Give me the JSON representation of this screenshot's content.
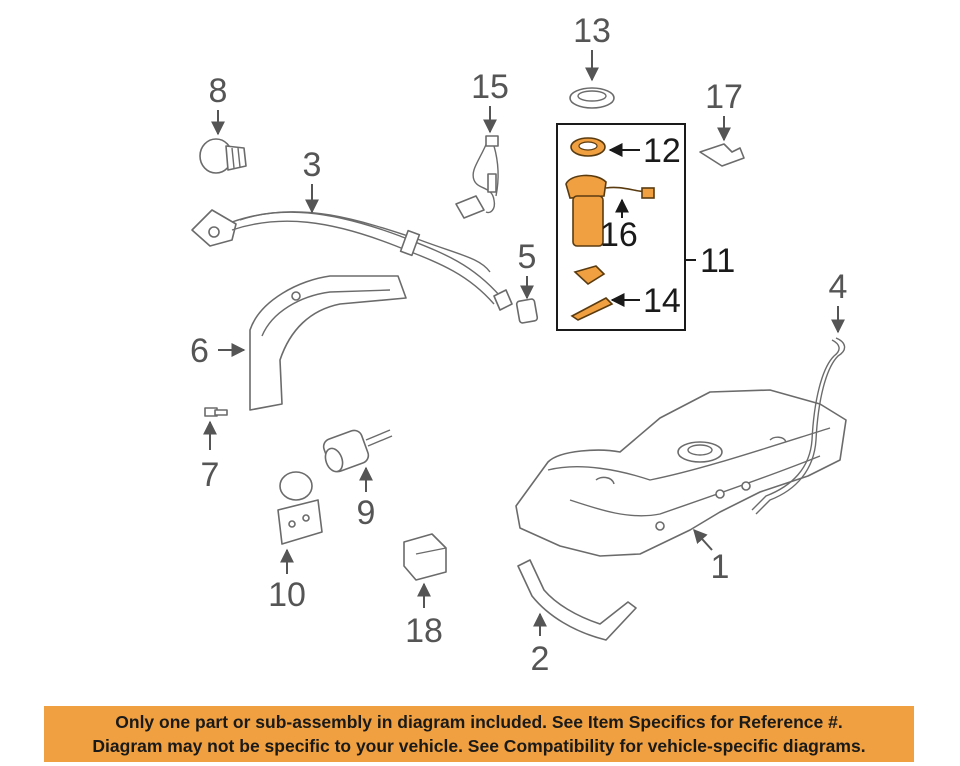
{
  "callouts": {
    "c1": "1",
    "c2": "2",
    "c3": "3",
    "c4": "4",
    "c5": "5",
    "c6": "6",
    "c7": "7",
    "c8": "8",
    "c9": "9",
    "c10": "10",
    "c11": "11",
    "c12": "12",
    "c13": "13",
    "c14": "14",
    "c15": "15",
    "c16": "16",
    "c17": "17",
    "c18": "18"
  },
  "highlighted_parts": [
    "12",
    "14",
    "16"
  ],
  "colors": {
    "highlight": "#f0a040",
    "outline": "#6b6b6b",
    "banner": "#f0a040"
  },
  "banner": {
    "line1": "Only one part or sub-assembly in diagram included. See Item Specifics for Reference #.",
    "line2": "Diagram may not be specific to your vehicle. See Compatibility for vehicle-specific diagrams."
  }
}
